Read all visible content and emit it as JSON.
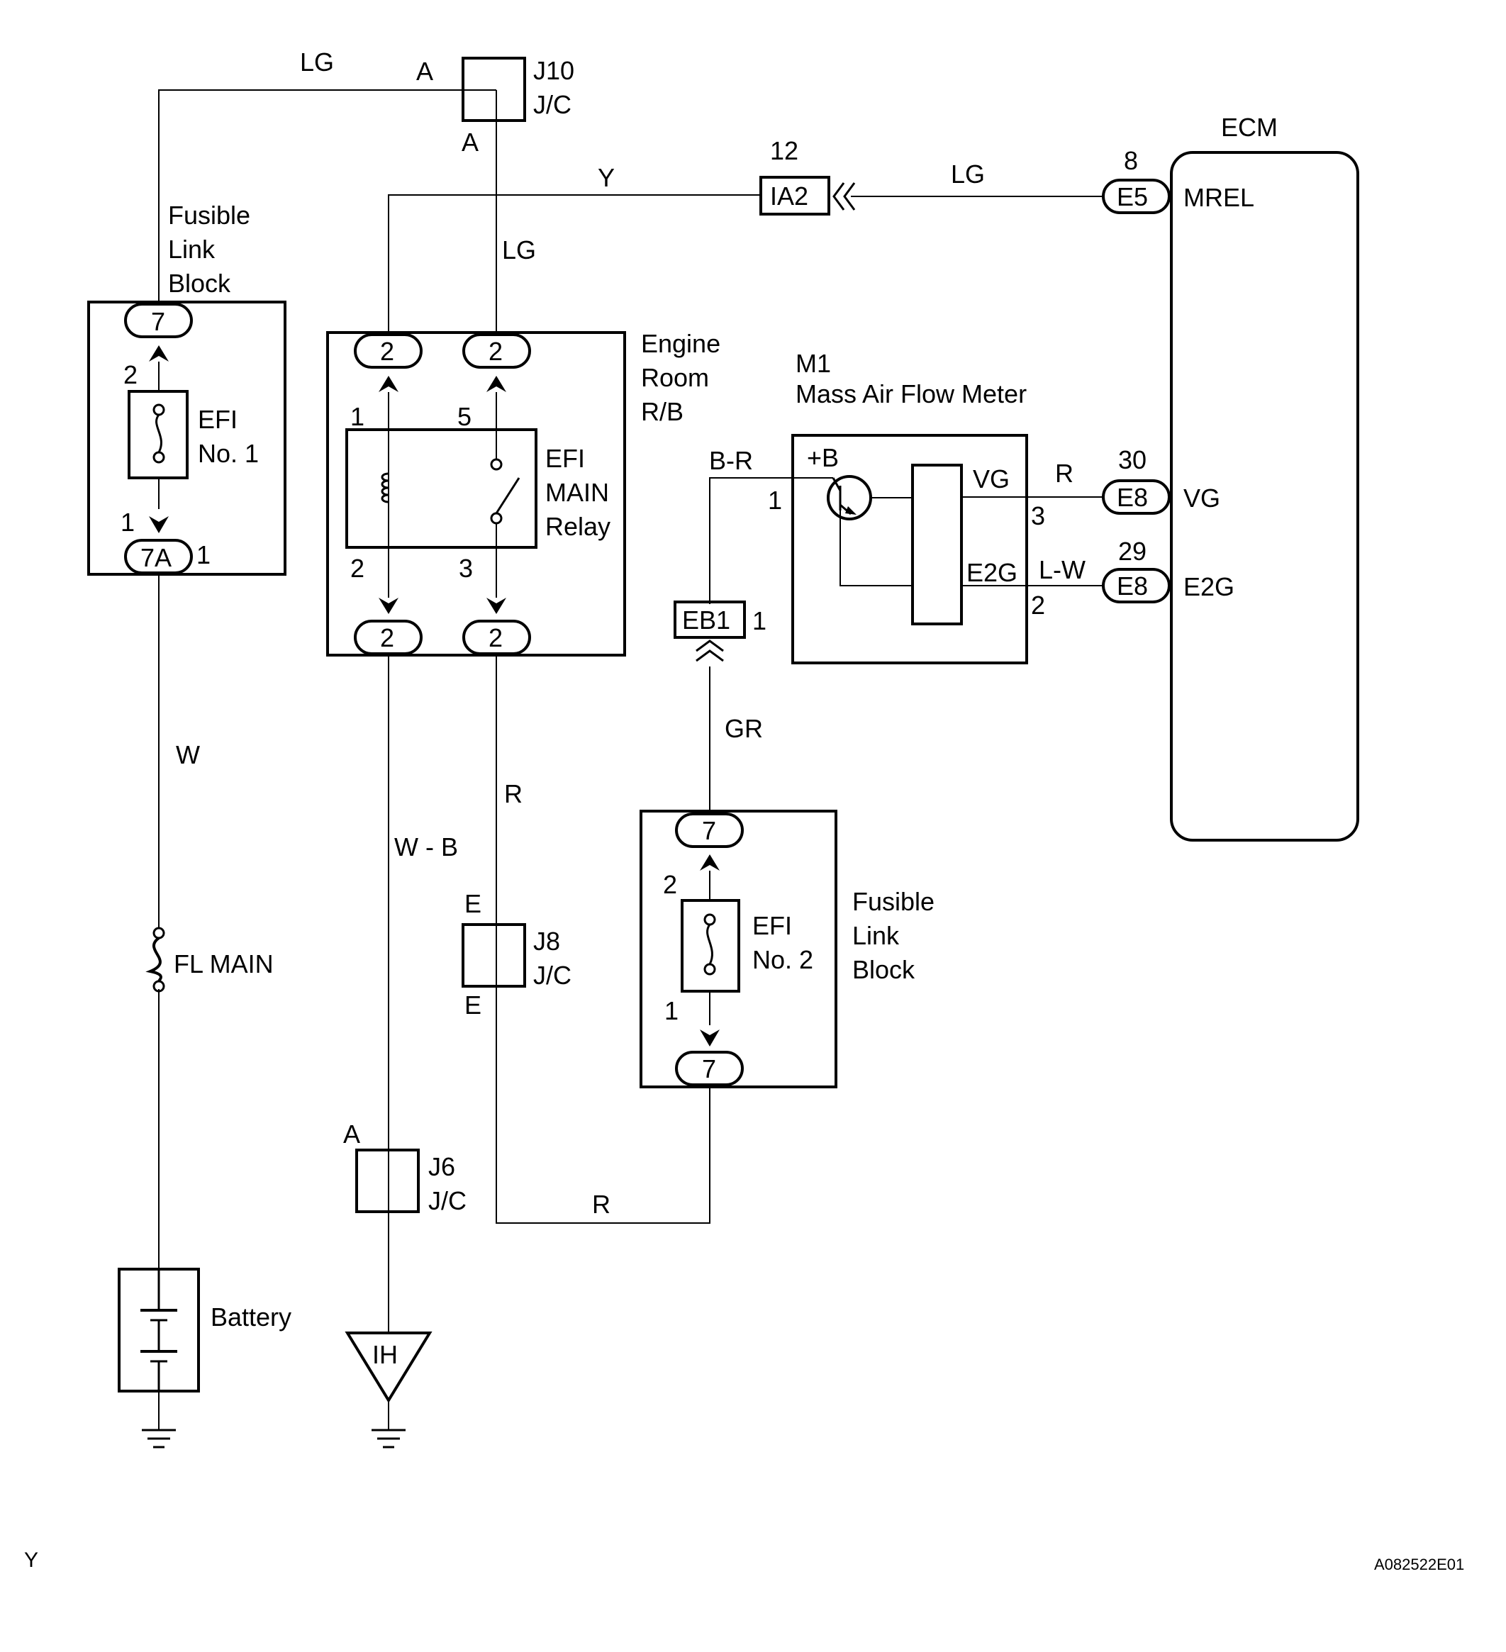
{
  "page": {
    "corner_left": "Y",
    "figure_code": "A082522E01"
  },
  "wires": {
    "lg_top": "LG",
    "y_top": "Y",
    "lg_j10_down": "LG",
    "lg_ecm": "LG",
    "w_main": "W",
    "wb": "W - B",
    "r_relay_out": "R",
    "r_bottom": "R",
    "br": "B-R",
    "gr": "GR",
    "r_vg": "R",
    "lw_e2g": "L-W"
  },
  "j10": {
    "name": "J10",
    "type": "J/C",
    "pin_top": "A",
    "pin_bottom": "A"
  },
  "j8": {
    "name": "J8",
    "type": "J/C",
    "pin_top": "E",
    "pin_bottom": "E"
  },
  "j6": {
    "name": "J6",
    "type": "J/C",
    "pin_top": "A"
  },
  "fusible_link_block_1": {
    "label_lines": [
      "Fusible",
      "Link",
      "Block"
    ],
    "conn_top": "7",
    "conn_bottom": "7A",
    "fuse_lines": [
      "EFI",
      "No. 1"
    ],
    "pin_top": "2",
    "pin_bottom": "1",
    "pin_out": "1"
  },
  "fusible_link_block_2": {
    "label_lines": [
      "Fusible",
      "Link",
      "Block"
    ],
    "conn_top": "7",
    "conn_bottom": "7",
    "fuse_lines": [
      "EFI",
      "No. 2"
    ],
    "pin_top": "2",
    "pin_bottom": "1"
  },
  "engine_room_rb": {
    "label_lines": [
      "Engine",
      "Room",
      "R/B"
    ],
    "conn_top_left": "2",
    "conn_top_right": "2",
    "conn_bottom_left": "2",
    "conn_bottom_right": "2",
    "relay_lines": [
      "EFI",
      "MAIN",
      "Relay"
    ],
    "pin1": "1",
    "pin5": "5",
    "pin2": "2",
    "pin3": "3"
  },
  "fl_main": "FL MAIN",
  "battery": "Battery",
  "ground_ih": "IH",
  "ia2": {
    "name": "IA2",
    "pin": "12"
  },
  "eb1": {
    "name": "EB1",
    "pin": "1"
  },
  "ecm": {
    "title": "ECM",
    "e5": {
      "name": "E5",
      "pin": "8",
      "signal": "MREL"
    },
    "e8_vg": {
      "name": "E8",
      "pin": "30",
      "signal": "VG"
    },
    "e8_e2g": {
      "name": "E8",
      "pin": "29",
      "signal": "E2G"
    }
  },
  "maf": {
    "id": "M1",
    "name": "Mass Air Flow Meter",
    "plus_b": "+B",
    "vg": "VG",
    "e2g": "E2G",
    "pin_plus_b": "1",
    "pin_vg": "3",
    "pin_e2g": "2"
  }
}
